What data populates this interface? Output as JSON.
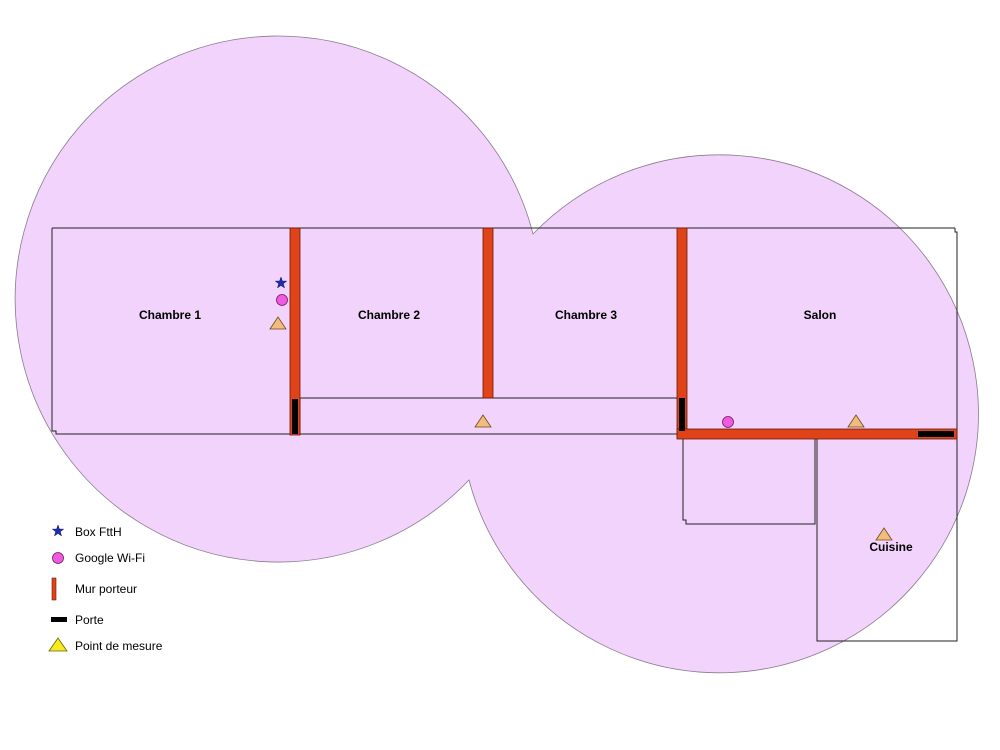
{
  "rooms": {
    "chambre1": "Chambre 1",
    "chambre2": "Chambre 2",
    "chambre3": "Chambre 3",
    "salon": "Salon",
    "cuisine": "Cuisine"
  },
  "legend": {
    "box": "Box FttH",
    "wifi": "Google Wi-Fi",
    "mur": "Mur porteur",
    "porte": "Porte",
    "point": "Point de mesure"
  },
  "colors": {
    "coverage": "#f1d3fb",
    "wall": "#e04317",
    "door": "#000000",
    "star": "#1c2ab8",
    "wifi": "#f05ae0",
    "triangle": "#f2bc7d",
    "legend_triangle": "#f7ea1e"
  },
  "icons": {
    "box": "star-icon",
    "wifi": "circle-icon",
    "mur": "wall-bar-icon",
    "porte": "door-bar-icon",
    "point": "triangle-icon"
  }
}
